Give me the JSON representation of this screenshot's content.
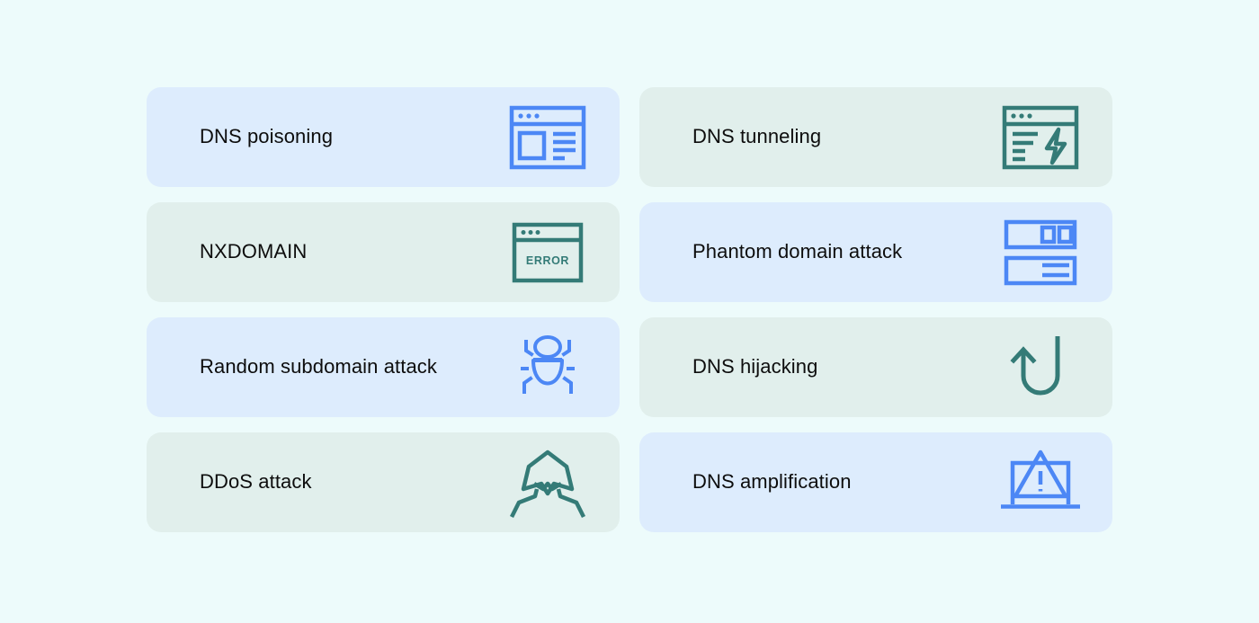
{
  "page": {
    "background_color": "#edfbfb",
    "blue_card_color": "#ddecfd",
    "green_card_color": "#e1efec",
    "blue_icon_color": "#4c87f5",
    "green_icon_color": "#347b77",
    "label_color": "#0d0d0d"
  },
  "cards": [
    {
      "label": "DNS poisoning",
      "theme": "blue",
      "icon": "browser-window-layout-icon"
    },
    {
      "label": "DNS tunneling",
      "theme": "green",
      "icon": "browser-window-lightning-icon"
    },
    {
      "label": "NXDOMAIN",
      "theme": "green",
      "icon": "browser-window-error-icon",
      "icon_text": "ERROR"
    },
    {
      "label": "Phantom domain attack",
      "theme": "blue",
      "icon": "stacked-panels-icon"
    },
    {
      "label": "Random subdomain attack",
      "theme": "blue",
      "icon": "bug-icon"
    },
    {
      "label": "DNS hijacking",
      "theme": "green",
      "icon": "hook-arrow-icon"
    },
    {
      "label": "DDoS attack",
      "theme": "green",
      "icon": "hooded-figure-icon"
    },
    {
      "label": "DNS amplification",
      "theme": "blue",
      "icon": "laptop-warning-icon"
    }
  ]
}
